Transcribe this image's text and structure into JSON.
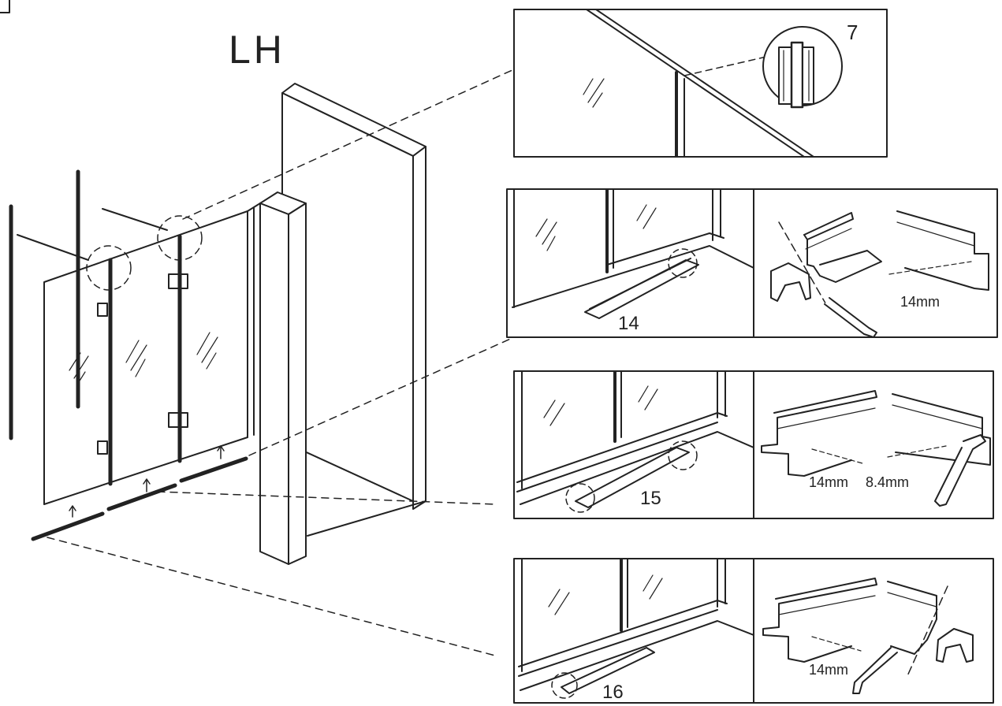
{
  "main_view": {
    "orientation_label": "LH"
  },
  "details": [
    {
      "part_number": "7",
      "measurements": []
    },
    {
      "part_number": "14",
      "measurements": [
        "14mm"
      ]
    },
    {
      "part_number": "15",
      "measurements": [
        "14mm",
        "8.4mm"
      ]
    },
    {
      "part_number": "16",
      "measurements": [
        "14mm"
      ]
    }
  ],
  "colors": {
    "line": "#222222",
    "background": "#ffffff"
  }
}
